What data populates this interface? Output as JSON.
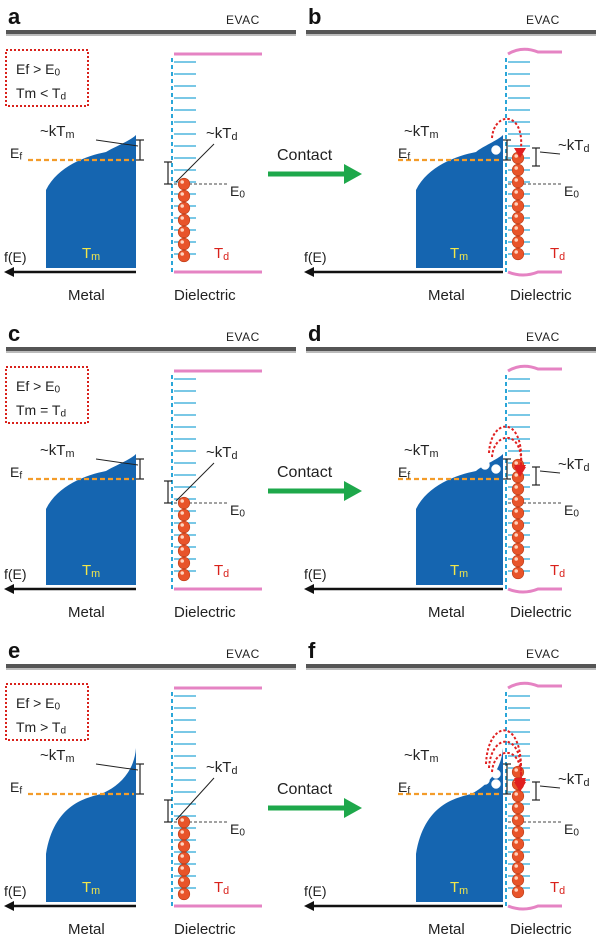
{
  "colors": {
    "metal_fill": "#1565b0",
    "dashed_blue": "#2aa6d8",
    "pink": "#e583c3",
    "orange": "#f39c2a",
    "arrow_green": "#1ea84b",
    "electron": "#e8542a",
    "hop_red": "#e02020",
    "tm_yellow": "#f2e64b",
    "td_red": "#d9221c",
    "box_red": "#d9221c",
    "evac_bar": "#555555"
  },
  "arrow": {
    "label": "Contact"
  },
  "panels": [
    {
      "id": "a",
      "letter": "a",
      "evac": "EVAC",
      "contact": false,
      "cond1": "Ef > E0",
      "cond2": "Tm < Td",
      "kTm": "~kTm",
      "kTd": "~kTd",
      "Ef": "Ef",
      "E0": "E0",
      "fE": "f(E)",
      "Tm": "Tm",
      "Td": "Td",
      "metal_label": "Metal",
      "dielectric_label": "Dielectric"
    },
    {
      "id": "b",
      "letter": "b",
      "evac": "EVAC",
      "contact": true,
      "holes": 1,
      "hops": 1,
      "kTm": "~kTm",
      "kTd": "~kTd",
      "Ef": "Ef",
      "E0": "E0",
      "fE": "f(E)",
      "Tm": "Tm",
      "Td": "Td",
      "metal_label": "Metal",
      "dielectric_label": "Dielectric"
    },
    {
      "id": "c",
      "letter": "c",
      "evac": "EVAC",
      "contact": false,
      "cond1": "Ef > E0",
      "cond2": "Tm = Td",
      "kTm": "~kTm",
      "kTd": "~kTd",
      "Ef": "Ef",
      "E0": "E0",
      "fE": "f(E)",
      "Tm": "Tm",
      "Td": "Td",
      "metal_label": "Metal",
      "dielectric_label": "Dielectric"
    },
    {
      "id": "d",
      "letter": "d",
      "evac": "EVAC",
      "contact": true,
      "holes": 2,
      "hops": 2,
      "kTm": "~kTm",
      "kTd": "~kTd",
      "Ef": "Ef",
      "E0": "E0",
      "fE": "f(E)",
      "Tm": "Tm",
      "Td": "Td",
      "metal_label": "Metal",
      "dielectric_label": "Dielectric"
    },
    {
      "id": "e",
      "letter": "e",
      "evac": "EVAC",
      "contact": false,
      "cond1": "Ef > E0",
      "cond2": "Tm > Td",
      "kTm": "~kTm",
      "kTd": "~kTd",
      "Ef": "Ef",
      "E0": "E0",
      "fE": "f(E)",
      "Tm": "Tm",
      "Td": "Td",
      "metal_label": "Metal",
      "dielectric_label": "Dielectric"
    },
    {
      "id": "f",
      "letter": "f",
      "evac": "EVAC",
      "contact": true,
      "holes": 3,
      "hops": 3,
      "kTm": "~kTm",
      "kTd": "~kTd",
      "Ef": "Ef",
      "E0": "E0",
      "fE": "f(E)",
      "Tm": "Tm",
      "Td": "Td",
      "metal_label": "Metal",
      "dielectric_label": "Dielectric"
    }
  ]
}
